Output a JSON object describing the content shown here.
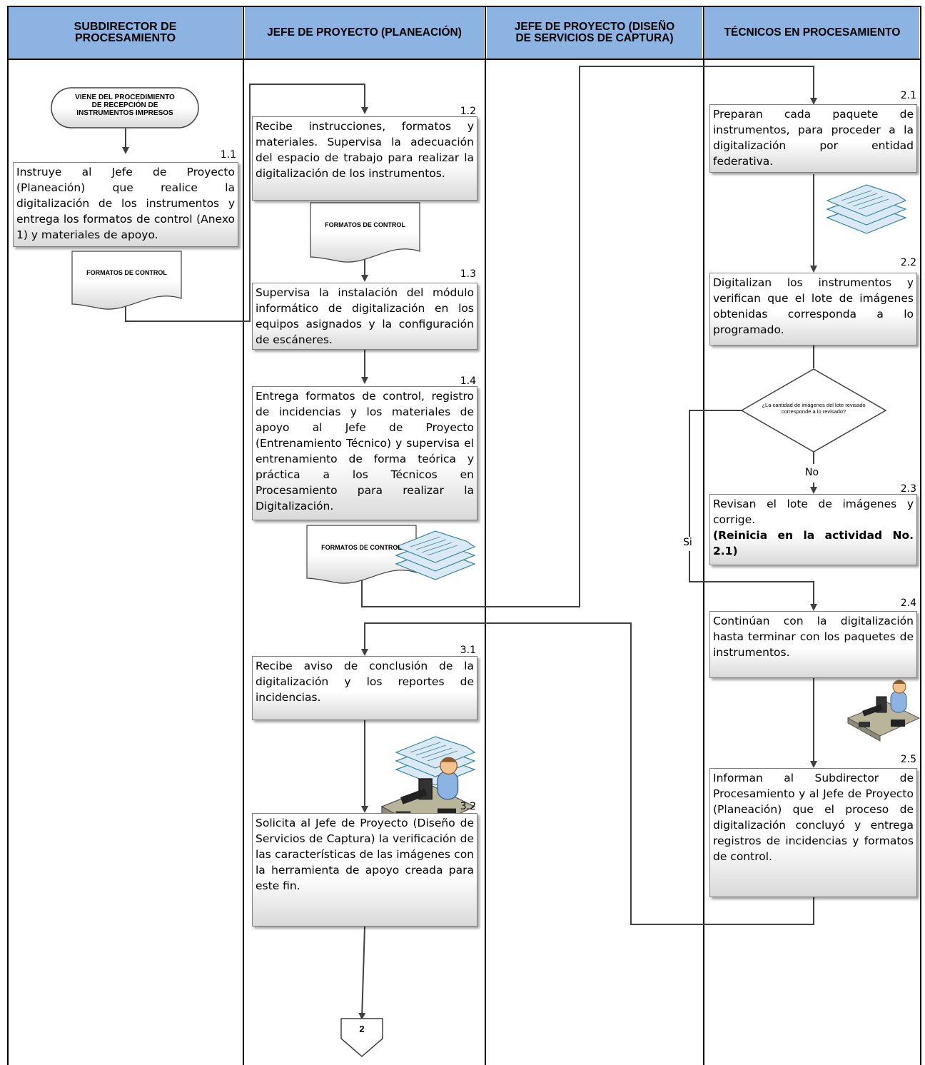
{
  "lanes": [
    {
      "title": "SUBDIRECTOR DE\nPROCESAMIENTO"
    },
    {
      "title": "JEFE DE PROYECTO (PLANEACIÓN)"
    },
    {
      "title": "JEFE DE  PROYECTO (DISEÑO\nDE SERVICIOS DE CAPTURA)"
    },
    {
      "title": "TÉCNICOS EN PROCESAMIENTO"
    }
  ],
  "start_terminal": "VIENE DEL PROCEDIMIENTO\nDE RECEPCIÓN DE\nINSTRUMENTOS IMPRESOS",
  "steps": [
    {
      "id": "1.1",
      "text": "Instruye al Jefe de Proyecto (Planeación) que realice la digitalización de los instrumentos y entrega los formatos de control (Anexo 1) y materiales de apoyo."
    },
    {
      "id": "1.2",
      "text": "Recibe instrucciones, formatos y materiales. Supervisa la adecuación del espacio de trabajo para realizar la digitalización de los instrumentos."
    },
    {
      "id": "1.3",
      "text": "Supervisa la instalación del módulo informático de digitalización en los equipos asignados y la configuración de escáneres."
    },
    {
      "id": "1.4",
      "text": "Entrega formatos de control, registro de incidencias y los materiales de apoyo al Jefe de Proyecto (Entrenamiento Técnico) y supervisa el entrenamiento de forma teórica y práctica a los Técnicos en Procesamiento para realizar la Digitalización."
    },
    {
      "id": "2.1",
      "text": "Preparan cada paquete de instrumentos, para proceder a la digitalización por entidad federativa."
    },
    {
      "id": "2.2",
      "text": "Digitalizan los instrumentos y verifican que el lote de imágenes obtenidas corresponda a lo programado."
    },
    {
      "id": "2.3",
      "text": "Revisan el lote de imágenes y corrige.",
      "emphasis": "(Reinicia en la actividad No. 2.1)"
    },
    {
      "id": "2.4",
      "text": "Continúan con la digitalización hasta terminar con los paquetes de instrumentos."
    },
    {
      "id": "2.5",
      "text": "Informan al Subdirector de Procesamiento y al Jefe de Proyecto (Planeación) que el proceso de digitalización concluyó y entrega registros de incidencias y formatos de control."
    },
    {
      "id": "3.1",
      "text": "Recibe aviso de conclusión de la digitalización y los reportes de incidencias."
    },
    {
      "id": "3.2",
      "text": "Solicita al Jefe de Proyecto (Diseño de Servicios de Captura) la verificación de las características de las imágenes con la herramienta de apoyo creada para este fin."
    }
  ],
  "documents": {
    "formatos": "FORMATOS DE CONTROL"
  },
  "decision": {
    "question": "¿La cantidad de imágenes del lote revisado corresponde a lo revisado?",
    "no_label": "No",
    "yes_label": "Si"
  },
  "off_page_connector": "2",
  "colors": {
    "lane_header": "#8db3e2",
    "stack_fill": "#dbe9f6",
    "stack_stroke": "#31859c",
    "person_shirt": "#8db3e2",
    "desk": "#b8b59a"
  }
}
